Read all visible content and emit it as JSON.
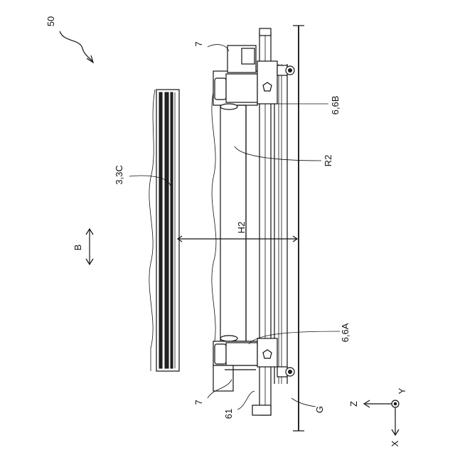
{
  "figure": {
    "ref_50": "50",
    "label_7_top": "7",
    "label_6_6B": "6,6B",
    "label_R2": "R2",
    "label_3_3C": "3,3C",
    "label_H2": "H2",
    "label_B": "B",
    "label_6_6A": "6,6A",
    "label_7_bottom": "7",
    "label_61": "61",
    "label_G": "G",
    "axis_Z": "Z",
    "axis_Y": "Y",
    "axis_X": "X"
  }
}
